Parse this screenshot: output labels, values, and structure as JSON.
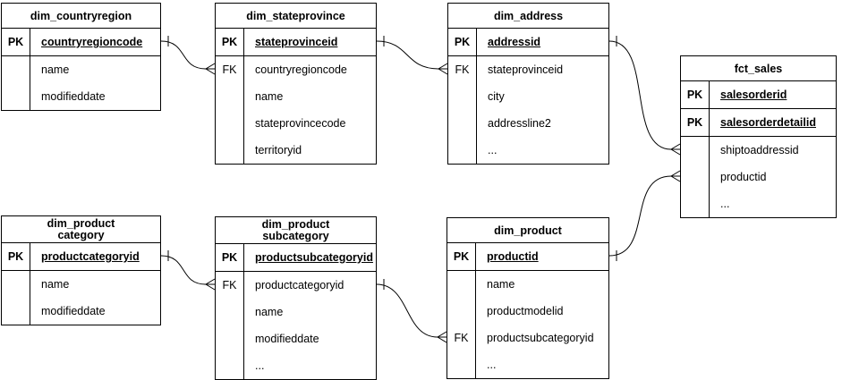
{
  "diagram": {
    "kind": "entity-relationship-diagram",
    "colors": {
      "line": "#000000",
      "background": "#ffffff",
      "text": "#000000"
    },
    "tables": [
      {
        "title": "dim_countryregion",
        "pk_rows": [
          {
            "key": "PK",
            "label": "countryregioncode"
          }
        ],
        "attr_rows": [
          {
            "key": "",
            "label": "name"
          },
          {
            "key": "",
            "label": "modifieddate"
          }
        ]
      },
      {
        "title": "dim_stateprovince",
        "pk_rows": [
          {
            "key": "PK",
            "label": "stateprovinceid"
          }
        ],
        "attr_rows": [
          {
            "key": "FK",
            "label": "countryregioncode"
          },
          {
            "key": "",
            "label": "name"
          },
          {
            "key": "",
            "label": "stateprovincecode"
          },
          {
            "key": "",
            "label": "territoryid"
          }
        ]
      },
      {
        "title": "dim_address",
        "pk_rows": [
          {
            "key": "PK",
            "label": "addressid"
          }
        ],
        "attr_rows": [
          {
            "key": "FK",
            "label": "stateprovinceid"
          },
          {
            "key": "",
            "label": "city"
          },
          {
            "key": "",
            "label": "addressline2"
          },
          {
            "key": "",
            "label": "..."
          }
        ]
      },
      {
        "title": "fct_sales",
        "pk_rows": [
          {
            "key": "PK",
            "label": "salesorderid"
          },
          {
            "key": "PK",
            "label": "salesorderdetailid"
          }
        ],
        "attr_rows": [
          {
            "key": "",
            "label": "shiptoaddressid"
          },
          {
            "key": "",
            "label": "productid"
          },
          {
            "key": "",
            "label": "..."
          }
        ]
      },
      {
        "title": "dim_product\ncategory",
        "pk_rows": [
          {
            "key": "PK",
            "label": "productcategoryid"
          }
        ],
        "attr_rows": [
          {
            "key": "",
            "label": "name"
          },
          {
            "key": "",
            "label": "modifieddate"
          }
        ]
      },
      {
        "title": "dim_product\nsubcategory",
        "pk_rows": [
          {
            "key": "PK",
            "label": "productsubcategoryid"
          }
        ],
        "attr_rows": [
          {
            "key": "FK",
            "label": "productcategoryid"
          },
          {
            "key": "",
            "label": "name"
          },
          {
            "key": "",
            "label": "modifieddate"
          },
          {
            "key": "",
            "label": "..."
          }
        ]
      },
      {
        "title": "dim_product",
        "pk_rows": [
          {
            "key": "PK",
            "label": "productid"
          }
        ],
        "attr_rows": [
          {
            "key": "",
            "label": "name"
          },
          {
            "key": "",
            "label": "productmodelid"
          },
          {
            "key": "FK",
            "label": "productsubcategoryid"
          },
          {
            "key": "",
            "label": "..."
          }
        ]
      }
    ],
    "relationships": [
      {
        "from_table": "dim_countryregion",
        "from_column": "countryregioncode",
        "to_table": "dim_stateprovince",
        "to_column": "countryregioncode",
        "cardinality": "one-to-many"
      },
      {
        "from_table": "dim_stateprovince",
        "from_column": "stateprovinceid",
        "to_table": "dim_address",
        "to_column": "stateprovinceid",
        "cardinality": "one-to-many"
      },
      {
        "from_table": "dim_address",
        "from_column": "addressid",
        "to_table": "fct_sales",
        "to_column": "shiptoaddressid",
        "cardinality": "one-to-many"
      },
      {
        "from_table": "dim_product",
        "from_column": "productid",
        "to_table": "fct_sales",
        "to_column": "productid",
        "cardinality": "one-to-many"
      },
      {
        "from_table": "dim_product category",
        "from_column": "productcategoryid",
        "to_table": "dim_product subcategory",
        "to_column": "productcategoryid",
        "cardinality": "one-to-many"
      },
      {
        "from_table": "dim_product subcategory",
        "from_column": "productsubcategoryid",
        "to_table": "dim_product",
        "to_column": "productsubcategoryid",
        "cardinality": "one-to-many"
      }
    ]
  }
}
